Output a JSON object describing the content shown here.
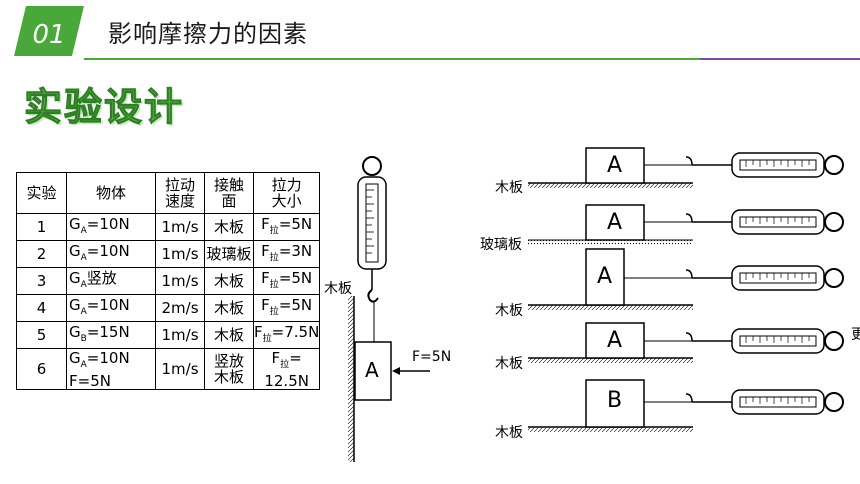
{
  "header": {
    "number": "01",
    "title": "影响摩擦力的因素"
  },
  "section_title": "实验设计",
  "table": {
    "headers": [
      "实验",
      "物体",
      "拉动\n速度",
      "接触\n面",
      "拉力\n大小"
    ],
    "rows": [
      [
        "1",
        "GA=10N",
        "1m/s",
        "木板",
        "F拉=5N"
      ],
      [
        "2",
        "GA=10N",
        "1m/s",
        "玻璃板",
        "F拉=3N"
      ],
      [
        "3",
        "GA竖放",
        "1m/s",
        "木板",
        "F拉=5N"
      ],
      [
        "4",
        "GA=10N",
        "2m/s",
        "木板",
        "F拉=5N"
      ],
      [
        "5",
        "GB=15N",
        "1m/s",
        "木板",
        "F拉=7.5N"
      ],
      [
        "6",
        "GA=10NF=5N",
        "1m/s",
        "竖放木板",
        "F拉=12.5N"
      ]
    ]
  },
  "vertical_setup": {
    "wall_label": "木板",
    "block_label": "A",
    "force_label": "F=5N"
  },
  "horizontal_setups": [
    {
      "block": "A",
      "surface": "木板"
    },
    {
      "block": "A",
      "surface": "玻璃板"
    },
    {
      "block": "A",
      "surface": "木板"
    },
    {
      "block": "A",
      "surface": "木板"
    },
    {
      "block": "B",
      "surface": "木板"
    }
  ],
  "edge_fragment": "更"
}
